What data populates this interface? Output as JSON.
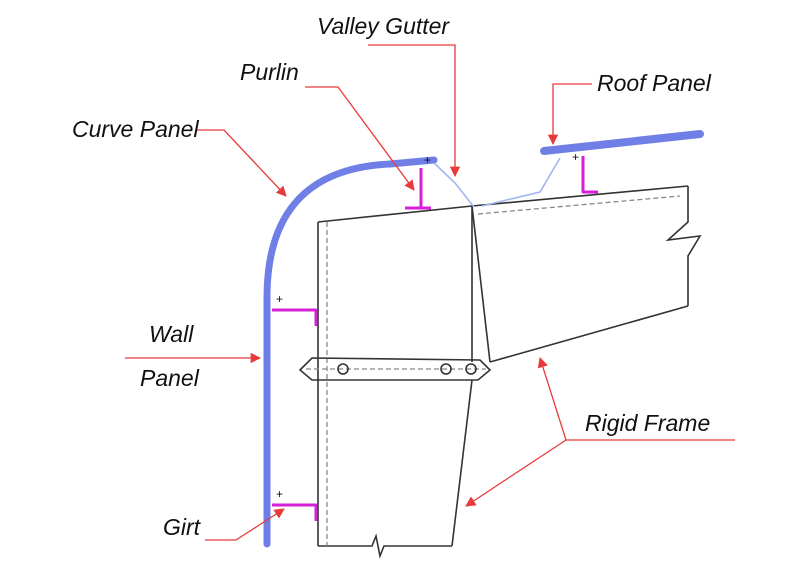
{
  "labels": {
    "valley_gutter": "Valley Gutter",
    "purlin": "Purlin",
    "roof_panel": "Roof Panel",
    "curve_panel": "Curve Panel",
    "wall": "Wall",
    "panel": "Panel",
    "rigid_frame": "Rigid Frame",
    "girt": "Girt"
  },
  "colors": {
    "panel_blue": "#6f7fe6",
    "purlin_magenta": "#d61fd6",
    "leader_red": "#e83a3a",
    "gutter_blue": "#9fb6f0",
    "frame_line": "#333333"
  }
}
